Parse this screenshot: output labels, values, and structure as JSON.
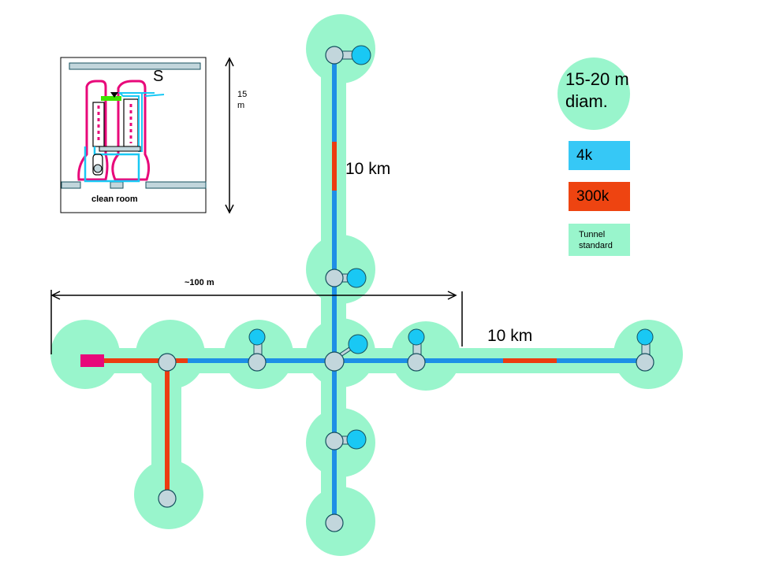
{
  "colors": {
    "cavern": "#99f5cc",
    "tunnel_4k": "#1e8fe6",
    "tunnel_300k": "#ec3c10",
    "node_fill": "#c2d6dc",
    "node_stroke": "#15505e",
    "cryo_blue": "#19c8f4",
    "magenta": "#e8087a",
    "legend_4k": "#36c8f6",
    "legend_300k": "#ee4411",
    "legend_tunnel": "#99f5cc"
  },
  "labels": {
    "arm_vertical_length": "10 km",
    "arm_horizontal_length": "10 km",
    "cavern_span": "~100 m",
    "height_number": "15",
    "height_unit": "m",
    "clean_room": "clean room",
    "hook_symbol": "S"
  },
  "legend": {
    "cavern_size_line1": "15-20 m",
    "cavern_size_line2": "diam.",
    "items": [
      {
        "text": "4k"
      },
      {
        "text": "300k"
      },
      {
        "text": "Tunnel standard"
      }
    ]
  }
}
